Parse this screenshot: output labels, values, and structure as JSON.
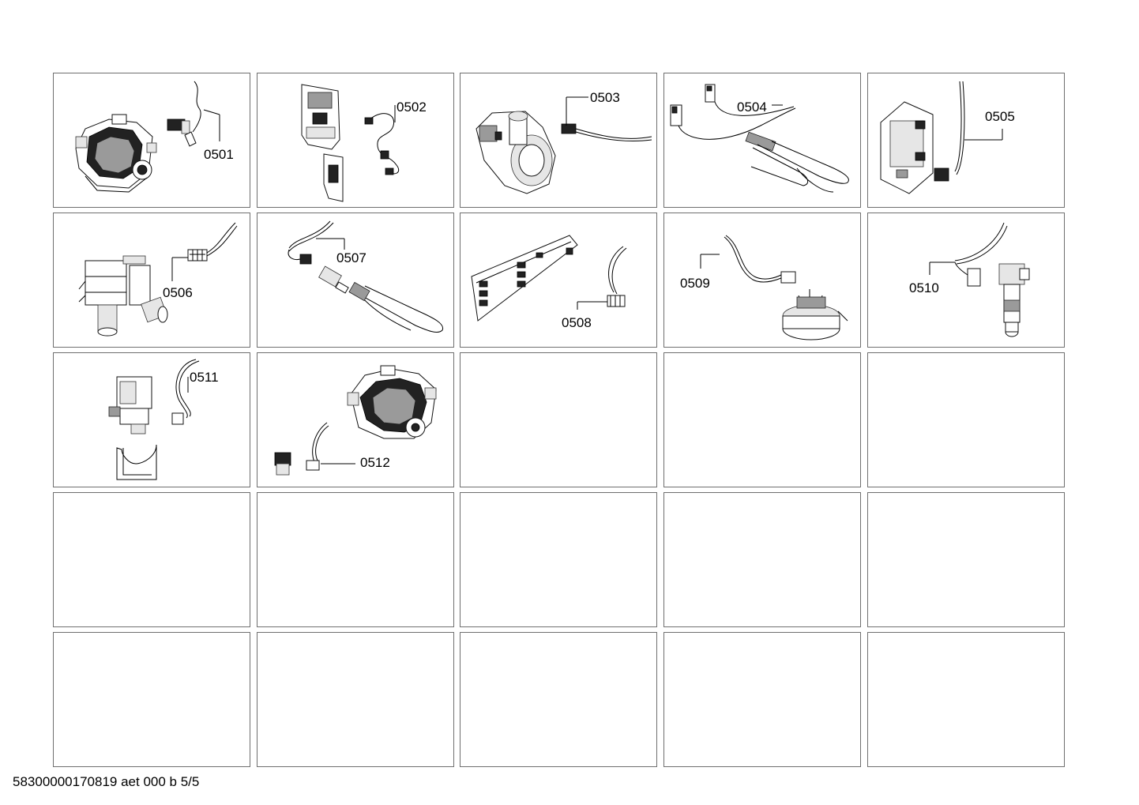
{
  "parts": [
    {
      "id": "0501"
    },
    {
      "id": "0502"
    },
    {
      "id": "0503"
    },
    {
      "id": "0504"
    },
    {
      "id": "0505"
    },
    {
      "id": "0506"
    },
    {
      "id": "0507"
    },
    {
      "id": "0508"
    },
    {
      "id": "0509"
    },
    {
      "id": "0510"
    },
    {
      "id": "0511"
    },
    {
      "id": "0512"
    }
  ],
  "footer": {
    "document_id": "58300000170819 aet 000 b 5/5"
  }
}
